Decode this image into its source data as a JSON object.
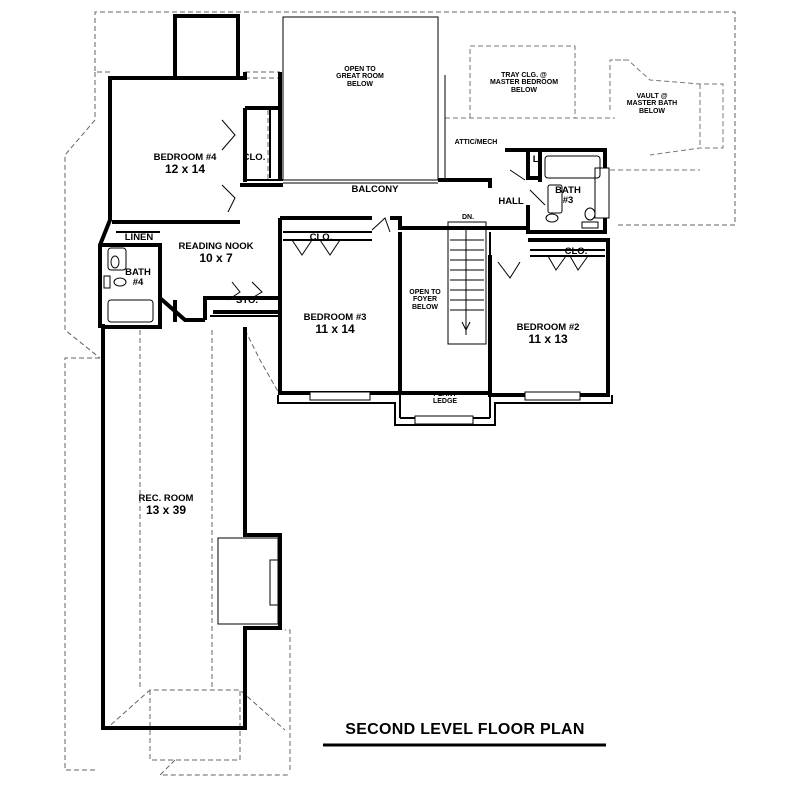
{
  "plan": {
    "title": "SECOND LEVEL FLOOR PLAN",
    "rooms": {
      "bedroom4": {
        "name": "BEDROOM #4",
        "size": "12 x 14"
      },
      "reading_nook": {
        "name": "READING NOOK",
        "size": "10 x 7"
      },
      "bath4": {
        "name": "BATH",
        "number": "#4"
      },
      "bedroom3": {
        "name": "BEDROOM #3",
        "size": "11 x 14"
      },
      "bedroom2": {
        "name": "BEDROOM #2",
        "size": "11 x 13"
      },
      "bath3": {
        "name": "BATH",
        "number": "#3"
      },
      "rec_room": {
        "name": "REC. ROOM",
        "size": "13 x 39"
      }
    },
    "labels": {
      "clo_bed4": "CLO.",
      "clo_bed3": "CLO.",
      "clo_bed2": "CLO.",
      "linen": "LINEN",
      "sto": "STO.",
      "balcony": "BALCONY",
      "hall": "HALL",
      "attic_mech": "ATTIC/MECH",
      "linen_l": "L.",
      "dn": "DN.",
      "open_great_room": [
        "OPEN TO",
        "GREAT ROOM",
        "BELOW"
      ],
      "tray_ceiling": [
        "TRAY CLG. @",
        "MASTER BEDROOM",
        "BELOW"
      ],
      "vault": [
        "VAULT @",
        "MASTER BATH",
        "BELOW"
      ],
      "open_foyer": [
        "OPEN TO",
        "FOYER",
        "BELOW"
      ],
      "plant_ledge": [
        "PLANT",
        "LEDGE"
      ]
    }
  }
}
